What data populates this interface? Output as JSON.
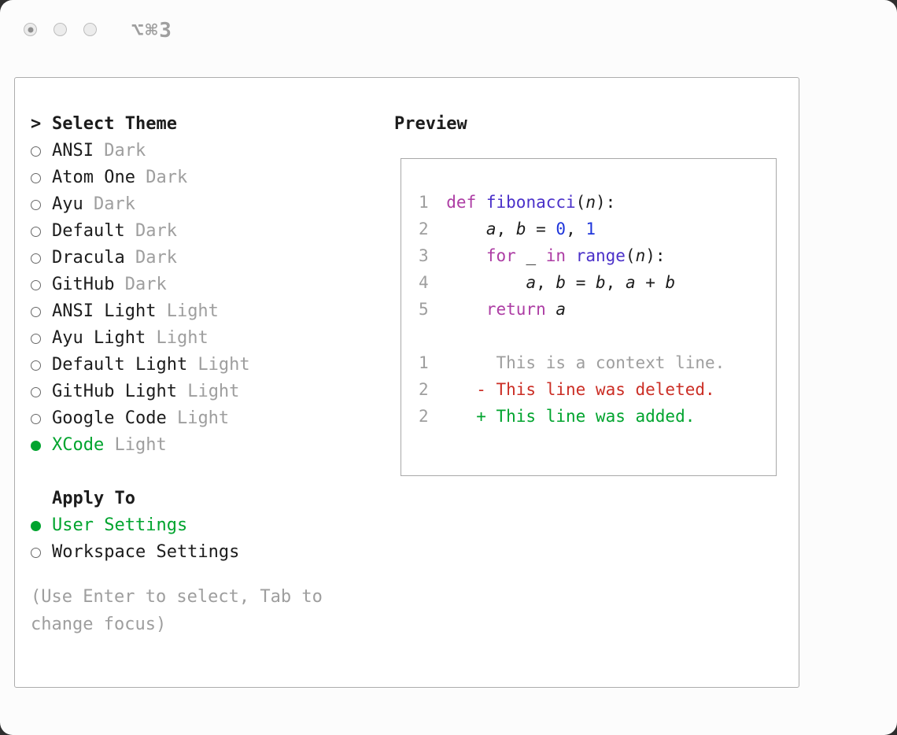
{
  "titlebar": {
    "shortcut": "⌥⌘3",
    "window_buttons": [
      {
        "icon": "close-icon",
        "active_dot": true
      },
      {
        "icon": "minimize-icon",
        "active_dot": false
      },
      {
        "icon": "zoom-icon",
        "active_dot": false
      }
    ]
  },
  "colors": {
    "green": "#00a42e",
    "red": "#cb2e25",
    "keyword": "#ad3da4",
    "func": "#4a30c9",
    "number": "#1f36db",
    "gray": "#9e9e9e",
    "text": "#1c1c1c",
    "border": "#adadad"
  },
  "theme_panel": {
    "prefix": ">",
    "title": "Select Theme",
    "items": [
      {
        "name": "ANSI",
        "variant": "Dark",
        "selected": false
      },
      {
        "name": "Atom One",
        "variant": "Dark",
        "selected": false
      },
      {
        "name": "Ayu",
        "variant": "Dark",
        "selected": false
      },
      {
        "name": "Default",
        "variant": "Dark",
        "selected": false
      },
      {
        "name": "Dracula",
        "variant": "Dark",
        "selected": false
      },
      {
        "name": "GitHub",
        "variant": "Dark",
        "selected": false
      },
      {
        "name": "ANSI Light",
        "variant": "Light",
        "selected": false
      },
      {
        "name": "Ayu Light",
        "variant": "Light",
        "selected": false
      },
      {
        "name": "Default Light",
        "variant": "Light",
        "selected": false
      },
      {
        "name": "GitHub Light",
        "variant": "Light",
        "selected": false
      },
      {
        "name": "Google Code",
        "variant": "Light",
        "selected": false
      },
      {
        "name": "XCode",
        "variant": "Light",
        "selected": true
      }
    ],
    "apply": {
      "title": "Apply To",
      "options": [
        {
          "label": "User Settings",
          "selected": true
        },
        {
          "label": "Workspace Settings",
          "selected": false
        }
      ]
    },
    "hint": "(Use Enter to select, Tab to\nchange focus)"
  },
  "preview": {
    "title": "Preview",
    "lines": [
      {
        "num": "1",
        "tokens": [
          {
            "text": "def",
            "style": "keyword"
          },
          {
            "text": " ",
            "style": "plain"
          },
          {
            "text": "fibonacci",
            "style": "func"
          },
          {
            "text": "(",
            "style": "plain"
          },
          {
            "text": "n",
            "style": "var"
          },
          {
            "text": "):",
            "style": "plain"
          }
        ]
      },
      {
        "num": "2",
        "tokens": [
          {
            "text": "    ",
            "style": "plain"
          },
          {
            "text": "a",
            "style": "var"
          },
          {
            "text": ", ",
            "style": "plain"
          },
          {
            "text": "b",
            "style": "var"
          },
          {
            "text": " = ",
            "style": "plain"
          },
          {
            "text": "0",
            "style": "number"
          },
          {
            "text": ", ",
            "style": "plain"
          },
          {
            "text": "1",
            "style": "number"
          }
        ]
      },
      {
        "num": "3",
        "tokens": [
          {
            "text": "    ",
            "style": "plain"
          },
          {
            "text": "for",
            "style": "keyword"
          },
          {
            "text": " _ ",
            "style": "plain"
          },
          {
            "text": "in",
            "style": "keyword"
          },
          {
            "text": " ",
            "style": "plain"
          },
          {
            "text": "range",
            "style": "func"
          },
          {
            "text": "(",
            "style": "plain"
          },
          {
            "text": "n",
            "style": "var"
          },
          {
            "text": "):",
            "style": "plain"
          }
        ]
      },
      {
        "num": "4",
        "tokens": [
          {
            "text": "        ",
            "style": "plain"
          },
          {
            "text": "a",
            "style": "var"
          },
          {
            "text": ", ",
            "style": "plain"
          },
          {
            "text": "b",
            "style": "var"
          },
          {
            "text": " = ",
            "style": "plain"
          },
          {
            "text": "b",
            "style": "var"
          },
          {
            "text": ", ",
            "style": "plain"
          },
          {
            "text": "a",
            "style": "var"
          },
          {
            "text": " + ",
            "style": "plain"
          },
          {
            "text": "b",
            "style": "var"
          }
        ]
      },
      {
        "num": "5",
        "tokens": [
          {
            "text": "    ",
            "style": "plain"
          },
          {
            "text": "return",
            "style": "keyword"
          },
          {
            "text": " ",
            "style": "plain"
          },
          {
            "text": "a",
            "style": "var"
          }
        ]
      },
      {
        "num": "",
        "tokens": []
      },
      {
        "num": "1",
        "tokens": [
          {
            "text": "     This is a context line.",
            "style": "context"
          }
        ]
      },
      {
        "num": "2",
        "tokens": [
          {
            "text": "   - This line was deleted.",
            "style": "deleted"
          }
        ]
      },
      {
        "num": "2",
        "tokens": [
          {
            "text": "   + This line was added.",
            "style": "added"
          }
        ]
      }
    ]
  }
}
